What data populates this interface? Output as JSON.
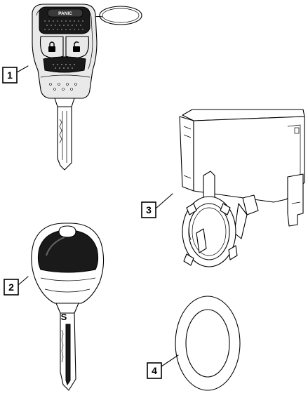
{
  "callouts": [
    {
      "label": "1"
    },
    {
      "label": "2"
    },
    {
      "label": "3"
    },
    {
      "label": "4"
    }
  ],
  "parts": {
    "fob": {
      "button_text": "PANIC"
    },
    "transponder_key": {
      "stamp_letter": "S"
    }
  }
}
